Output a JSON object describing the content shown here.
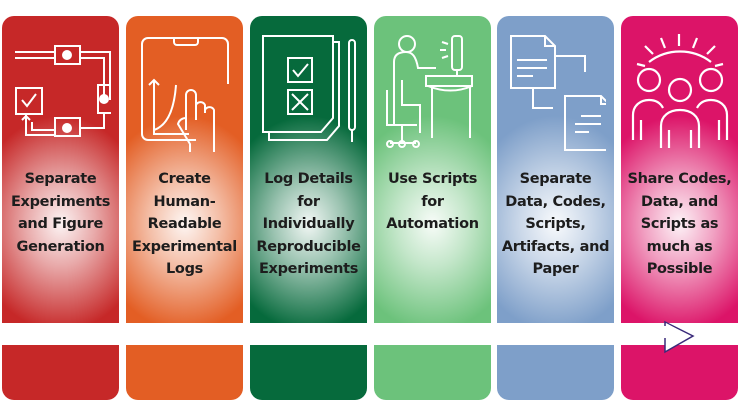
{
  "steps": [
    {
      "label": "Separate Experiments and Figure Generation",
      "color": "#c62828",
      "icon": "workflow-cycle-icon"
    },
    {
      "label": "Create Human-Readable Experimental Logs",
      "color": "#e35e24",
      "icon": "tablet-touch-chart-icon"
    },
    {
      "label": "Log Details for Individually Reproducible Experiments",
      "color": "#066a3c",
      "icon": "checklist-notebook-icon"
    },
    {
      "label": "Use Scripts for Automation",
      "color": "#6cc27b",
      "icon": "person-at-computer-icon"
    },
    {
      "label": "Separate Data, Codes, Scripts, Artifacts, and Paper",
      "color": "#7e9fc9",
      "icon": "linked-documents-icon"
    },
    {
      "label": "Share Codes, Data, and Scripts as much as Possible",
      "color": "#dc1468",
      "icon": "group-sharing-icon"
    }
  ],
  "arrow_color": "#2a2a6e"
}
